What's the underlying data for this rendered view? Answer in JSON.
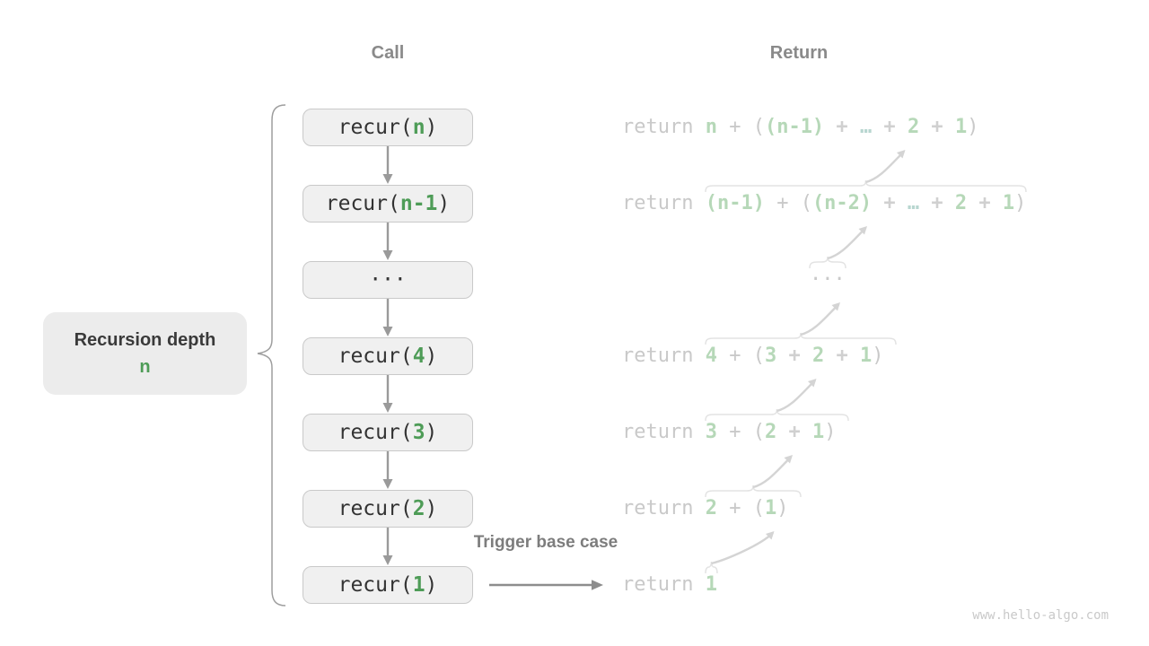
{
  "headers": {
    "call": "Call",
    "return": "Return"
  },
  "depth_label": {
    "text": "Recursion depth",
    "value": "n"
  },
  "trigger_label": "Trigger base case",
  "watermark": "www.hello-algo.com",
  "colors": {
    "accent_green": "#4e9c57",
    "light_green": "#b6d8b8",
    "dots_teal": "#b8d6d0",
    "box_bg": "#f0f0f0",
    "box_border": "#c9c9c9",
    "header_gray": "#8a8a8a",
    "return_gray": "#c9c9c9",
    "flow_arrow_gray": "#9a9a9a",
    "return_arrow_gray": "#d4d4d4",
    "label_bg": "#ececec"
  },
  "call_column": {
    "boxes": [
      {
        "id": "recur-n",
        "segments": [
          {
            "text": "recur(",
            "style": "code"
          },
          {
            "text": "n",
            "style": "green"
          },
          {
            "text": ")",
            "style": "code"
          }
        ]
      },
      {
        "id": "recur-n-1",
        "segments": [
          {
            "text": "recur(",
            "style": "code"
          },
          {
            "text": "n-1",
            "style": "green"
          },
          {
            "text": ")",
            "style": "code"
          }
        ]
      },
      {
        "id": "dots",
        "segments": [
          {
            "text": "···",
            "style": "code"
          }
        ]
      },
      {
        "id": "recur-4",
        "segments": [
          {
            "text": "recur(",
            "style": "code"
          },
          {
            "text": "4",
            "style": "green"
          },
          {
            "text": ")",
            "style": "code"
          }
        ]
      },
      {
        "id": "recur-3",
        "segments": [
          {
            "text": "recur(",
            "style": "code"
          },
          {
            "text": "3",
            "style": "green"
          },
          {
            "text": ")",
            "style": "code"
          }
        ]
      },
      {
        "id": "recur-2",
        "segments": [
          {
            "text": "recur(",
            "style": "code"
          },
          {
            "text": "2",
            "style": "green"
          },
          {
            "text": ")",
            "style": "code"
          }
        ]
      },
      {
        "id": "recur-1",
        "segments": [
          {
            "text": "recur(",
            "style": "code"
          },
          {
            "text": "1",
            "style": "green"
          },
          {
            "text": ")",
            "style": "code"
          }
        ]
      }
    ]
  },
  "return_column": {
    "rows": [
      {
        "id": "return-n",
        "segments": [
          {
            "text": "return ",
            "style": "kw"
          },
          {
            "text": "n",
            "style": "valm"
          },
          {
            "text": " + (",
            "style": "kw"
          },
          {
            "text": "(n-1)",
            "style": "vals"
          },
          {
            "text": " + ",
            "style": "ops"
          },
          {
            "text": "…",
            "style": "dots"
          },
          {
            "text": " + ",
            "style": "ops"
          },
          {
            "text": "2",
            "style": "vals"
          },
          {
            "text": " + ",
            "style": "ops"
          },
          {
            "text": "1",
            "style": "vals"
          },
          {
            "text": ")",
            "style": "kw"
          }
        ]
      },
      {
        "id": "return-n-1",
        "segments": [
          {
            "text": "return ",
            "style": "kw"
          },
          {
            "text": "(n-1)",
            "style": "vals"
          },
          {
            "text": " + (",
            "style": "kw"
          },
          {
            "text": "(n-2)",
            "style": "vals"
          },
          {
            "text": " + ",
            "style": "ops"
          },
          {
            "text": "…",
            "style": "dots"
          },
          {
            "text": " + ",
            "style": "ops"
          },
          {
            "text": "2",
            "style": "vals"
          },
          {
            "text": " + ",
            "style": "ops"
          },
          {
            "text": "1",
            "style": "vals"
          },
          {
            "text": ")",
            "style": "kw"
          }
        ]
      },
      {
        "id": "dots",
        "segments": [
          {
            "text": "···",
            "style": "kw"
          }
        ]
      },
      {
        "id": "return-4",
        "segments": [
          {
            "text": "return ",
            "style": "kw"
          },
          {
            "text": "4",
            "style": "valm"
          },
          {
            "text": " + (",
            "style": "kw"
          },
          {
            "text": "3",
            "style": "vals"
          },
          {
            "text": " + ",
            "style": "ops"
          },
          {
            "text": "2",
            "style": "vals"
          },
          {
            "text": " + ",
            "style": "ops"
          },
          {
            "text": "1",
            "style": "vals"
          },
          {
            "text": ")",
            "style": "kw"
          }
        ]
      },
      {
        "id": "return-3",
        "segments": [
          {
            "text": "return ",
            "style": "kw"
          },
          {
            "text": "3",
            "style": "valm"
          },
          {
            "text": " + (",
            "style": "kw"
          },
          {
            "text": "2",
            "style": "vals"
          },
          {
            "text": " + ",
            "style": "ops"
          },
          {
            "text": "1",
            "style": "vals"
          },
          {
            "text": ")",
            "style": "kw"
          }
        ]
      },
      {
        "id": "return-2",
        "segments": [
          {
            "text": "return ",
            "style": "kw"
          },
          {
            "text": "2",
            "style": "valm"
          },
          {
            "text": " + (",
            "style": "kw"
          },
          {
            "text": "1",
            "style": "vals"
          },
          {
            "text": ")",
            "style": "kw"
          }
        ]
      },
      {
        "id": "return-1",
        "segments": [
          {
            "text": "return ",
            "style": "kw"
          },
          {
            "text": "1",
            "style": "valm"
          }
        ]
      }
    ]
  }
}
